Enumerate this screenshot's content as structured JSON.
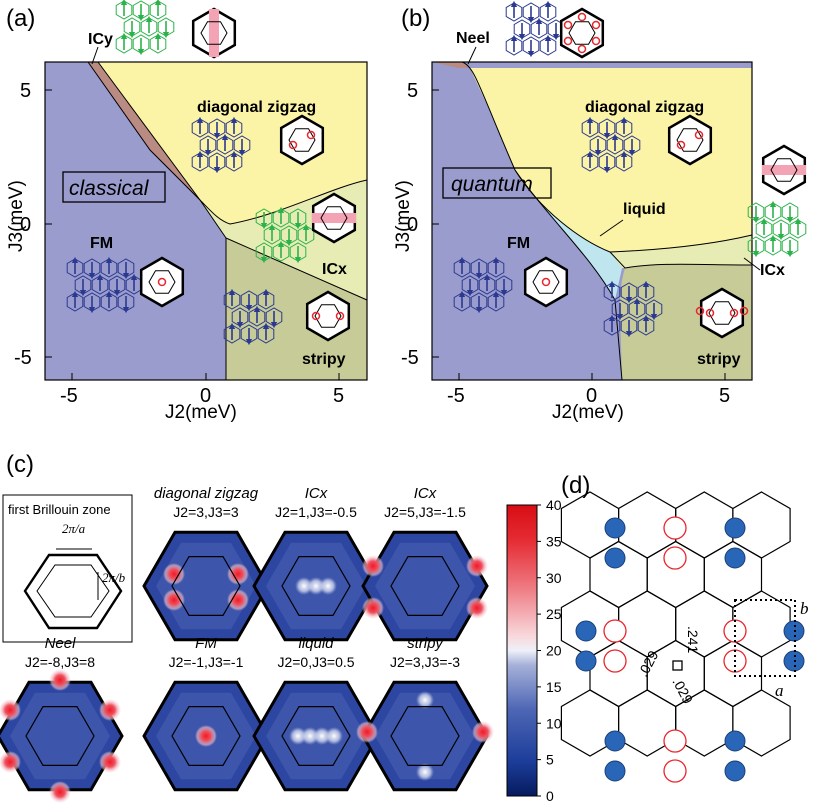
{
  "panel_a": {
    "tag": "(a)",
    "ylabel": "J3(meV)",
    "xlabel": "J2(meV)",
    "box_label": "classical",
    "phases": {
      "icy": "ICy",
      "zigzag": "diagonal zigzag",
      "fm": "FM",
      "icx": "ICx",
      "stripy": "stripy"
    },
    "xticks": [
      "-5",
      "0",
      "5"
    ],
    "yticks": [
      "5",
      "0",
      "-5"
    ]
  },
  "panel_b": {
    "tag": "(b)",
    "ylabel": "J3(meV)",
    "xlabel": "J2(meV)",
    "box_label": "quantum",
    "phases": {
      "neel": "Neel",
      "zigzag": "diagonal zigzag",
      "liquid": "liquid",
      "fm": "FM",
      "icx": "ICx",
      "stripy": "stripy"
    },
    "xticks": [
      "-5",
      "0",
      "5"
    ],
    "yticks": [
      "5",
      "0",
      "-5"
    ]
  },
  "panel_c": {
    "tag": "(c)",
    "bz_title": "first Brillouin zone",
    "bz_a": "2π/a",
    "bz_b": "2π/b",
    "maps": [
      {
        "name": "diagonal zigzag",
        "params": "J2=3,J3=3"
      },
      {
        "name": "ICx",
        "params": "J2=1,J3=-0.5"
      },
      {
        "name": "ICx",
        "params": "J2=5,J3=-1.5"
      },
      {
        "name": "Neel",
        "params": "J2=-8,J3=8"
      },
      {
        "name": "FM",
        "params": "J2=-1,J3=-1"
      },
      {
        "name": "liquid",
        "params": "J2=0,J3=0.5"
      },
      {
        "name": "stripy",
        "params": "J2=3,J3=-3"
      }
    ],
    "colorbar_ticks": [
      "40",
      "35",
      "30",
      "25",
      "20",
      "15",
      "10",
      "5",
      "0"
    ]
  },
  "panel_d": {
    "tag": "(d)",
    "bond_values": [
      ".241",
      ".029",
      ".029"
    ],
    "cell_a": "a",
    "cell_b": "b"
  },
  "colors": {
    "fm": "#9a9ccd",
    "zigzag": "#fbf3a5",
    "icx": "#e7ecb5",
    "stripy": "#c6cb98",
    "icy": "#b98b82",
    "liquid": "#bfe5ef",
    "spin_blue": "#2b3990",
    "spin_orange": "#f7941d",
    "spin_green": "#2bb34a",
    "site_blue": "#2a66b8",
    "site_red": "#e8262c"
  }
}
